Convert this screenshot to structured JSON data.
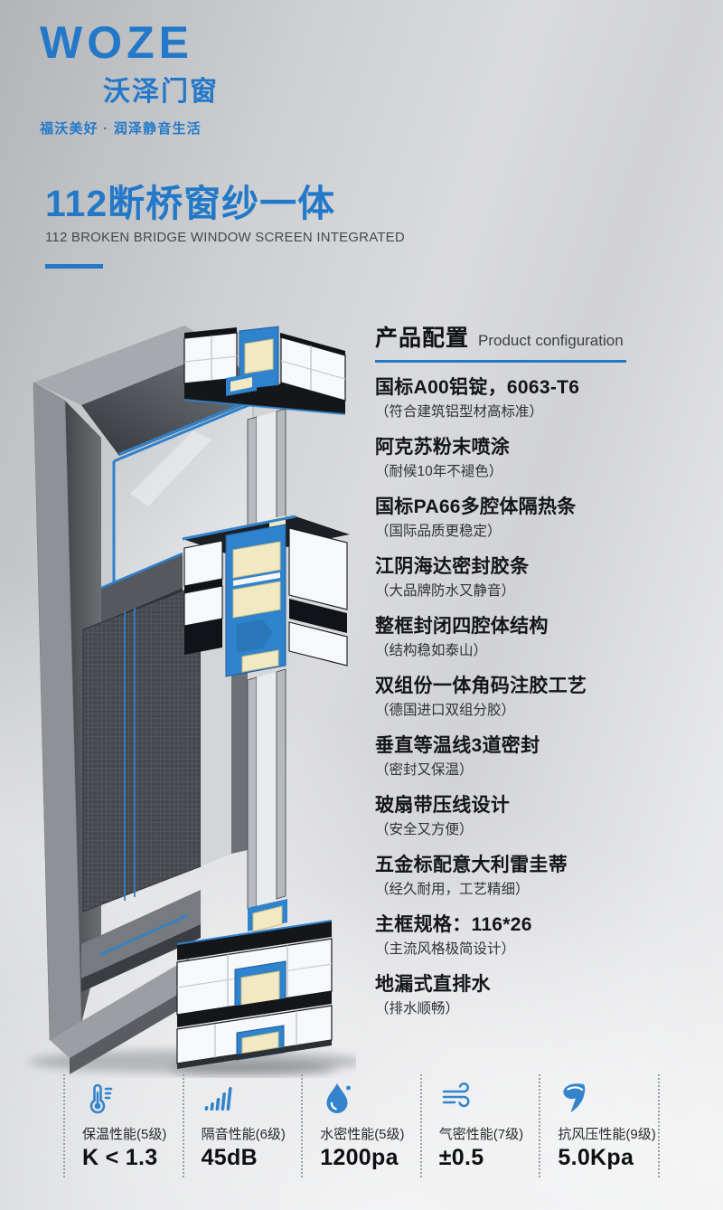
{
  "colors": {
    "accent": "#2379C8",
    "icon_blue": "#3484CC"
  },
  "brand": {
    "name": "WOZE",
    "name_cn": "沃泽门窗",
    "tagline": "福沃美好 · 润泽静音生活"
  },
  "title": {
    "cn": "112断桥窗纱一体",
    "en": "112 BROKEN BRIDGE WINDOW SCREEN INTEGRATED"
  },
  "config": {
    "heading_cn": "产品配置",
    "heading_en": "Product configuration",
    "items": [
      {
        "title": "国标A00铝锭，6063-T6",
        "desc": "（符合建筑铝型材高标准）"
      },
      {
        "title": "阿克苏粉末喷涂",
        "desc": "（耐候10年不褪色）"
      },
      {
        "title": "国标PA66多腔体隔热条",
        "desc": "（国际品质更稳定）"
      },
      {
        "title": "江阴海达密封胶条",
        "desc": "（大品牌防水又静音）"
      },
      {
        "title": "整框封闭四腔体结构",
        "desc": "（结构稳如泰山）"
      },
      {
        "title": "双组份一体角码注胶工艺",
        "desc": "（德国进口双组分胶）"
      },
      {
        "title": "垂直等温线3道密封",
        "desc": "（密封又保温）"
      },
      {
        "title": "玻扇带压线设计",
        "desc": "（安全又方便）"
      },
      {
        "title": "五金标配意大利雷圭蒂",
        "desc": "（经久耐用，工艺精细）"
      },
      {
        "title": "主框规格：116*26",
        "desc": "（主流风格极简设计）"
      },
      {
        "title": "地漏式直排水",
        "desc": "（排水顺畅）"
      }
    ]
  },
  "specs": [
    {
      "icon": "thermometer-icon",
      "label": "保温性能(5级)",
      "value": "K < 1.3"
    },
    {
      "icon": "sound-bars-icon",
      "label": "隔音性能(6级)",
      "value": "45dB"
    },
    {
      "icon": "water-drop-icon",
      "label": "水密性能(5级)",
      "value": "1200pa"
    },
    {
      "icon": "wind-icon",
      "label": "气密性能(7级)",
      "value": "±0.5"
    },
    {
      "icon": "tornado-icon",
      "label": "抗风压性能(9级)",
      "value": "5.0Kpa"
    }
  ]
}
